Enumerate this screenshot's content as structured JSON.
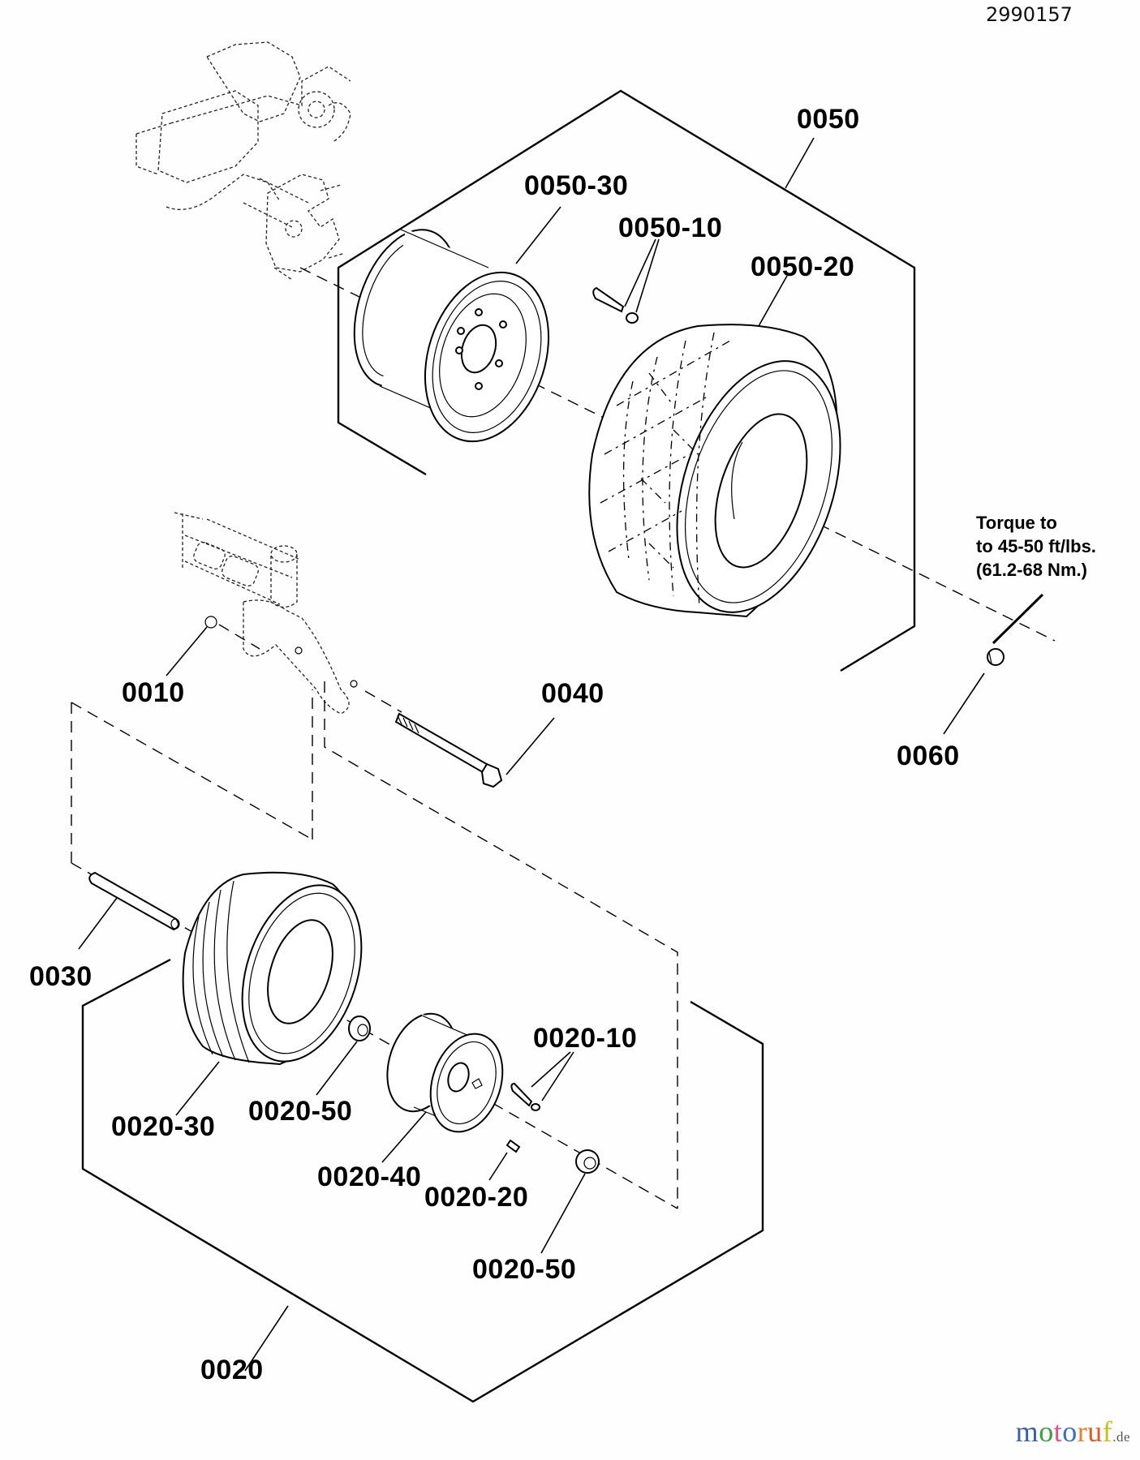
{
  "document": {
    "drawing_number": "2990157",
    "type": "exploded parts diagram",
    "subject": "wheels and tires"
  },
  "callouts": {
    "c0050": "0050",
    "c0050_30": "0050-30",
    "c0050_10": "0050-10",
    "c0050_20": "0050-20",
    "c0010": "0010",
    "c0040": "0040",
    "c0060": "0060",
    "c0030": "0030",
    "c0020_10": "0020-10",
    "c0020_30": "0020-30",
    "c0020_50a": "0020-50",
    "c0020_40": "0020-40",
    "c0020_20": "0020-20",
    "c0020_50b": "0020-50",
    "c0020": "0020"
  },
  "torque_note": {
    "line1": "Torque to",
    "line2": "to 45-50 ft/lbs.",
    "line3": "(61.2-68 Nm.)"
  },
  "watermark": {
    "letters": [
      {
        "ch": "m",
        "color": "#3b5fa8"
      },
      {
        "ch": "o",
        "color": "#3aa040"
      },
      {
        "ch": "t",
        "color": "#e0508a"
      },
      {
        "ch": "o",
        "color": "#3b6fc0"
      },
      {
        "ch": "r",
        "color": "#e8802a"
      },
      {
        "ch": "u",
        "color": "#e05a20"
      },
      {
        "ch": "f",
        "color": "#c8c020"
      }
    ],
    "suffix": ".de"
  }
}
